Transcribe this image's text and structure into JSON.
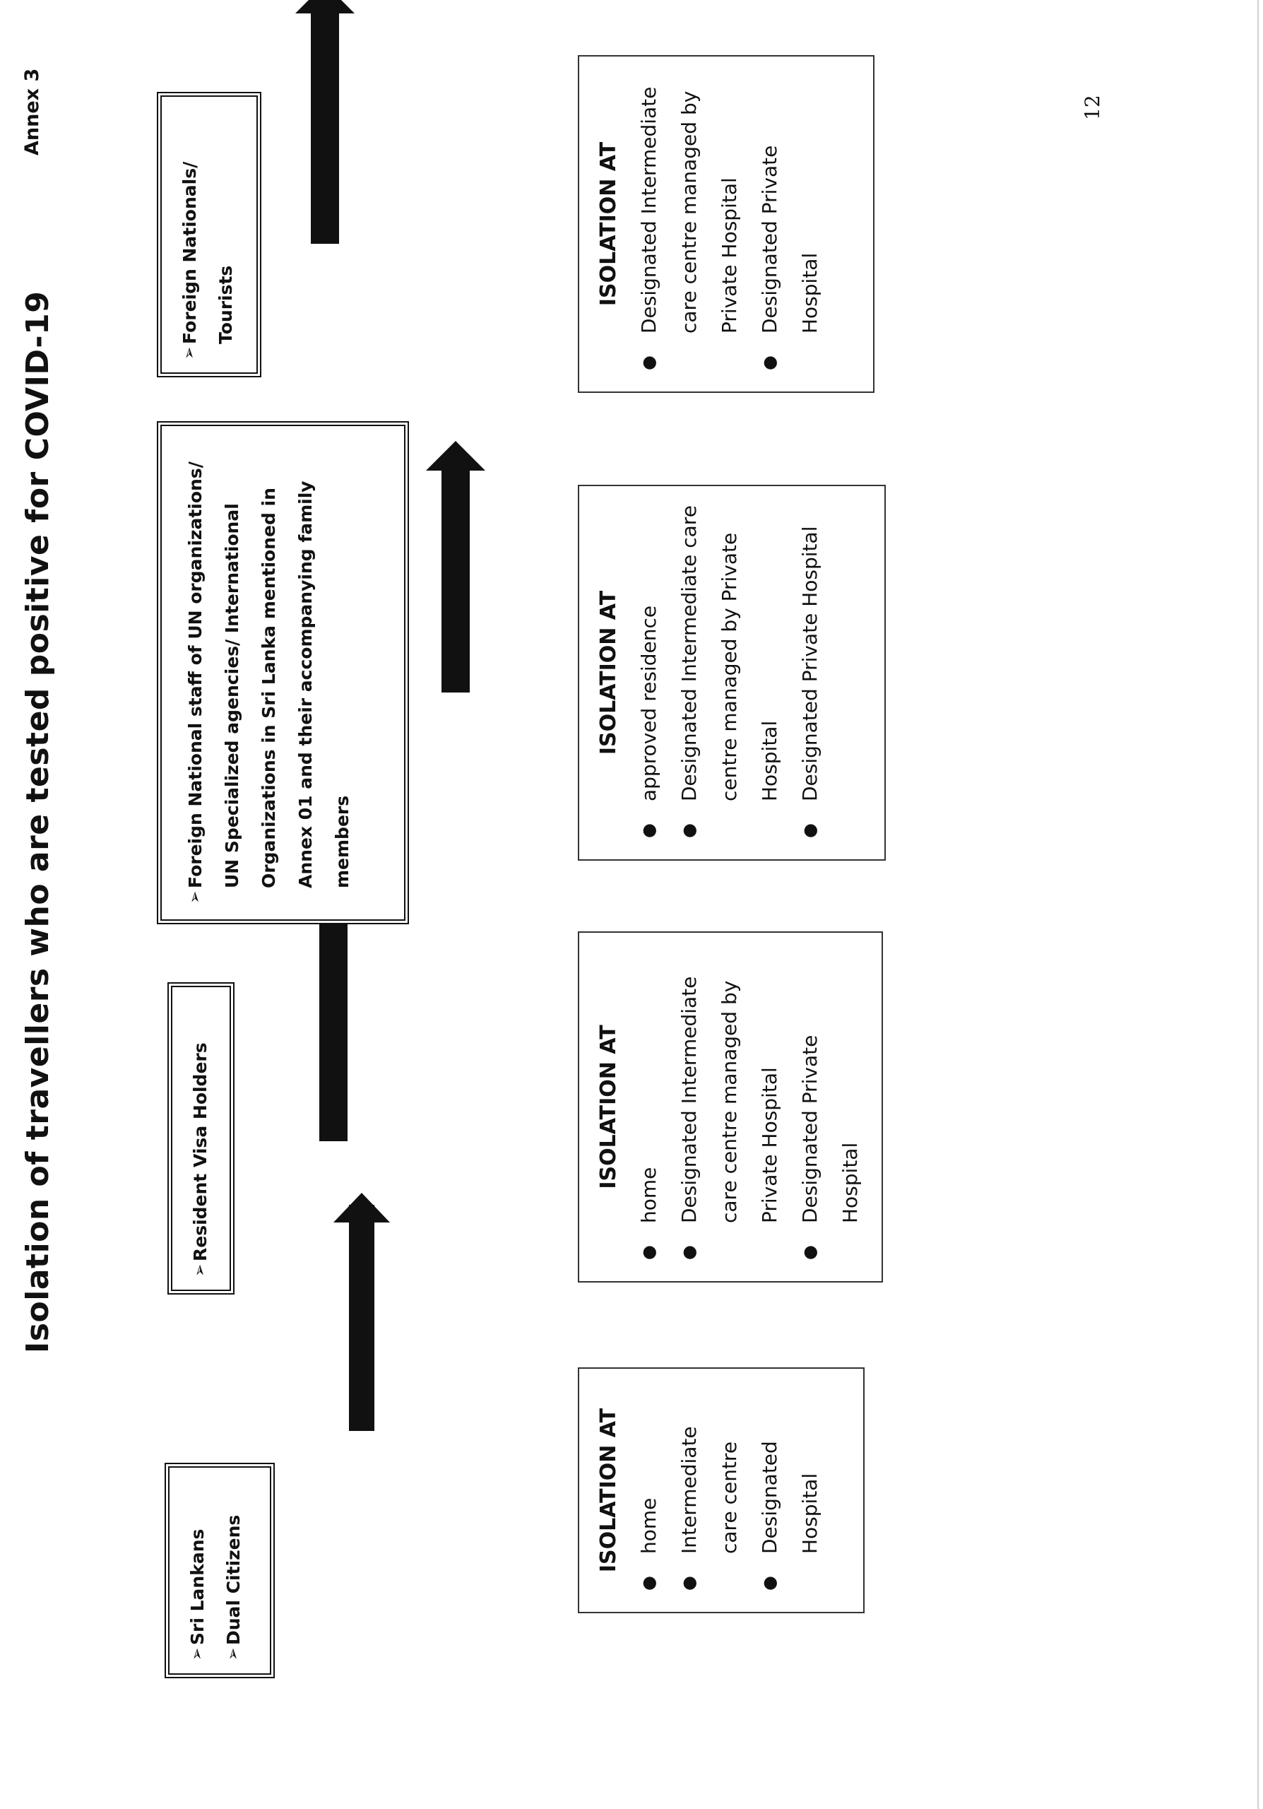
{
  "title": "Isolation of travellers who are tested positive for COVID-19",
  "annex": "Annex 3",
  "page_number": "12",
  "colors": {
    "ink": "#111111",
    "background": "#ffffff",
    "box_border": "#333333"
  },
  "columns": [
    {
      "category": {
        "bullet_icon": "arrow-bullet-icon",
        "items": [
          "Sri Lankans",
          "Dual Citizens"
        ]
      },
      "isolation": {
        "heading": "ISOLATION AT",
        "items": [
          "home",
          "Intermediate care centre",
          "Designated Hospital"
        ]
      }
    },
    {
      "category": {
        "bullet_icon": "arrow-bullet-icon",
        "items": [
          "Resident Visa Holders"
        ]
      },
      "isolation": {
        "heading": "ISOLATION AT",
        "items": [
          "home",
          "Designated Intermediate care centre managed by Private Hospital",
          "Designated Private Hospital"
        ]
      }
    },
    {
      "category": {
        "bullet_icon": "arrow-bullet-icon",
        "items": [
          "Foreign National staff of UN organizations/ UN Specialized agencies/ International Organizations in Sri Lanka mentioned in Annex 01 and their accompanying family members"
        ]
      },
      "isolation": {
        "heading": "ISOLATION AT",
        "items": [
          "approved residence",
          "Designated Intermediate care centre managed by Private Hospital",
          "Designated Private Hospital"
        ]
      }
    },
    {
      "category": {
        "bullet_icon": "arrow-bullet-icon",
        "items": [
          "Foreign Nationals/ Tourists"
        ]
      },
      "isolation": {
        "heading": "ISOLATION AT",
        "items": [
          "Designated Intermediate care centre managed by Private Hospital",
          "Designated Private Hospital"
        ]
      }
    }
  ]
}
